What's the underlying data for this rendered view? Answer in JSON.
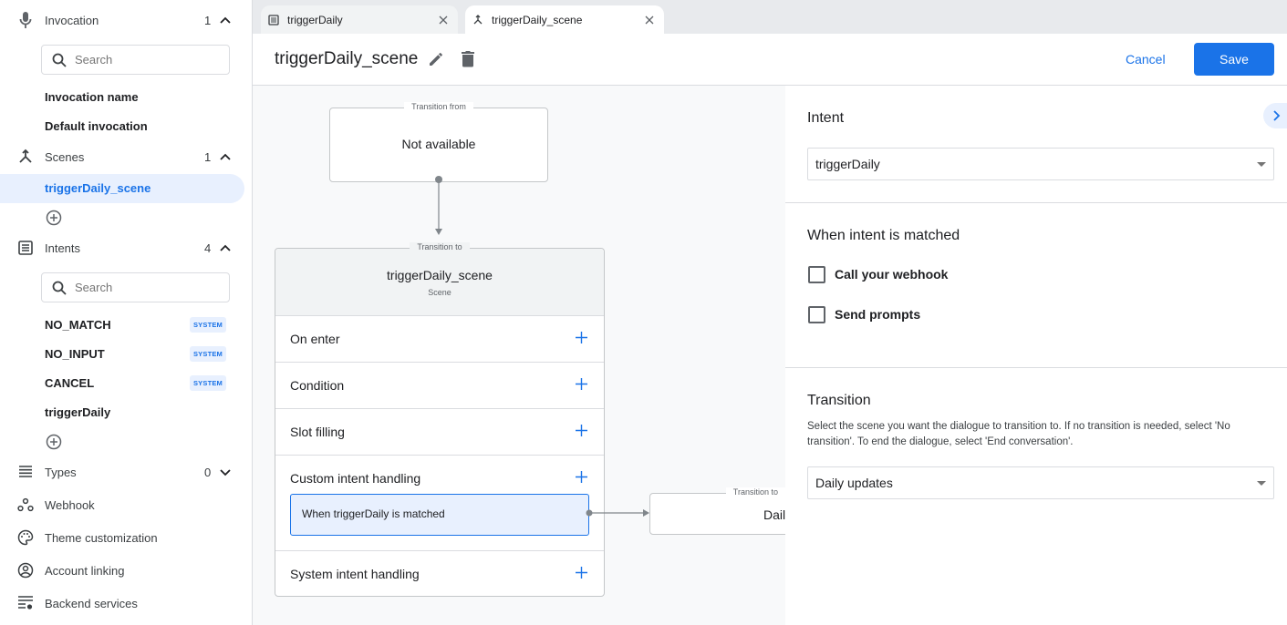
{
  "sidebar": {
    "invocation": {
      "label": "Invocation",
      "count": "1",
      "search_placeholder": "Search",
      "items": [
        "Invocation name",
        "Default invocation"
      ]
    },
    "scenes": {
      "label": "Scenes",
      "count": "1",
      "items": [
        "triggerDaily_scene"
      ],
      "selected": "triggerDaily_scene"
    },
    "intents": {
      "label": "Intents",
      "count": "4",
      "search_placeholder": "Search",
      "items": [
        {
          "name": "NO_MATCH",
          "badge": "SYSTEM"
        },
        {
          "name": "NO_INPUT",
          "badge": "SYSTEM"
        },
        {
          "name": "CANCEL",
          "badge": "SYSTEM"
        },
        {
          "name": "triggerDaily"
        }
      ]
    },
    "types": {
      "label": "Types",
      "count": "0"
    },
    "links": [
      "Webhook",
      "Theme customization",
      "Account linking",
      "Backend services"
    ]
  },
  "tabs": [
    {
      "label": "triggerDaily",
      "icon": "intent-icon",
      "active": false
    },
    {
      "label": "triggerDaily_scene",
      "icon": "scene-icon",
      "active": true
    }
  ],
  "header": {
    "title": "triggerDaily_scene",
    "cancel": "Cancel",
    "save": "Save"
  },
  "canvas": {
    "from": {
      "label": "Transition from",
      "value": "Not available"
    },
    "to": {
      "label": "Transition to",
      "title": "triggerDaily_scene",
      "subtitle": "Scene",
      "rows": [
        "On enter",
        "Condition",
        "Slot filling",
        "Custom intent handling",
        "System intent handling"
      ],
      "handler": "When triggerDaily is matched"
    },
    "next": {
      "label": "Transition to",
      "value": "Daily updates"
    }
  },
  "panel": {
    "intent_title": "Intent",
    "intent_value": "triggerDaily",
    "matched_title": "When intent is matched",
    "checkboxes": [
      {
        "label": "Call your webhook",
        "checked": false
      },
      {
        "label": "Send prompts",
        "checked": false
      }
    ],
    "transition_title": "Transition",
    "transition_desc": "Select the scene you want the dialogue to transition to. If no transition is needed, select 'No transition'. To end the dialogue, select 'End conversation'.",
    "transition_value": "Daily updates"
  },
  "colors": {
    "accent": "#1a73e8",
    "selected_bg": "#e8f0fe",
    "canvas_bg": "#f8f9fa"
  }
}
